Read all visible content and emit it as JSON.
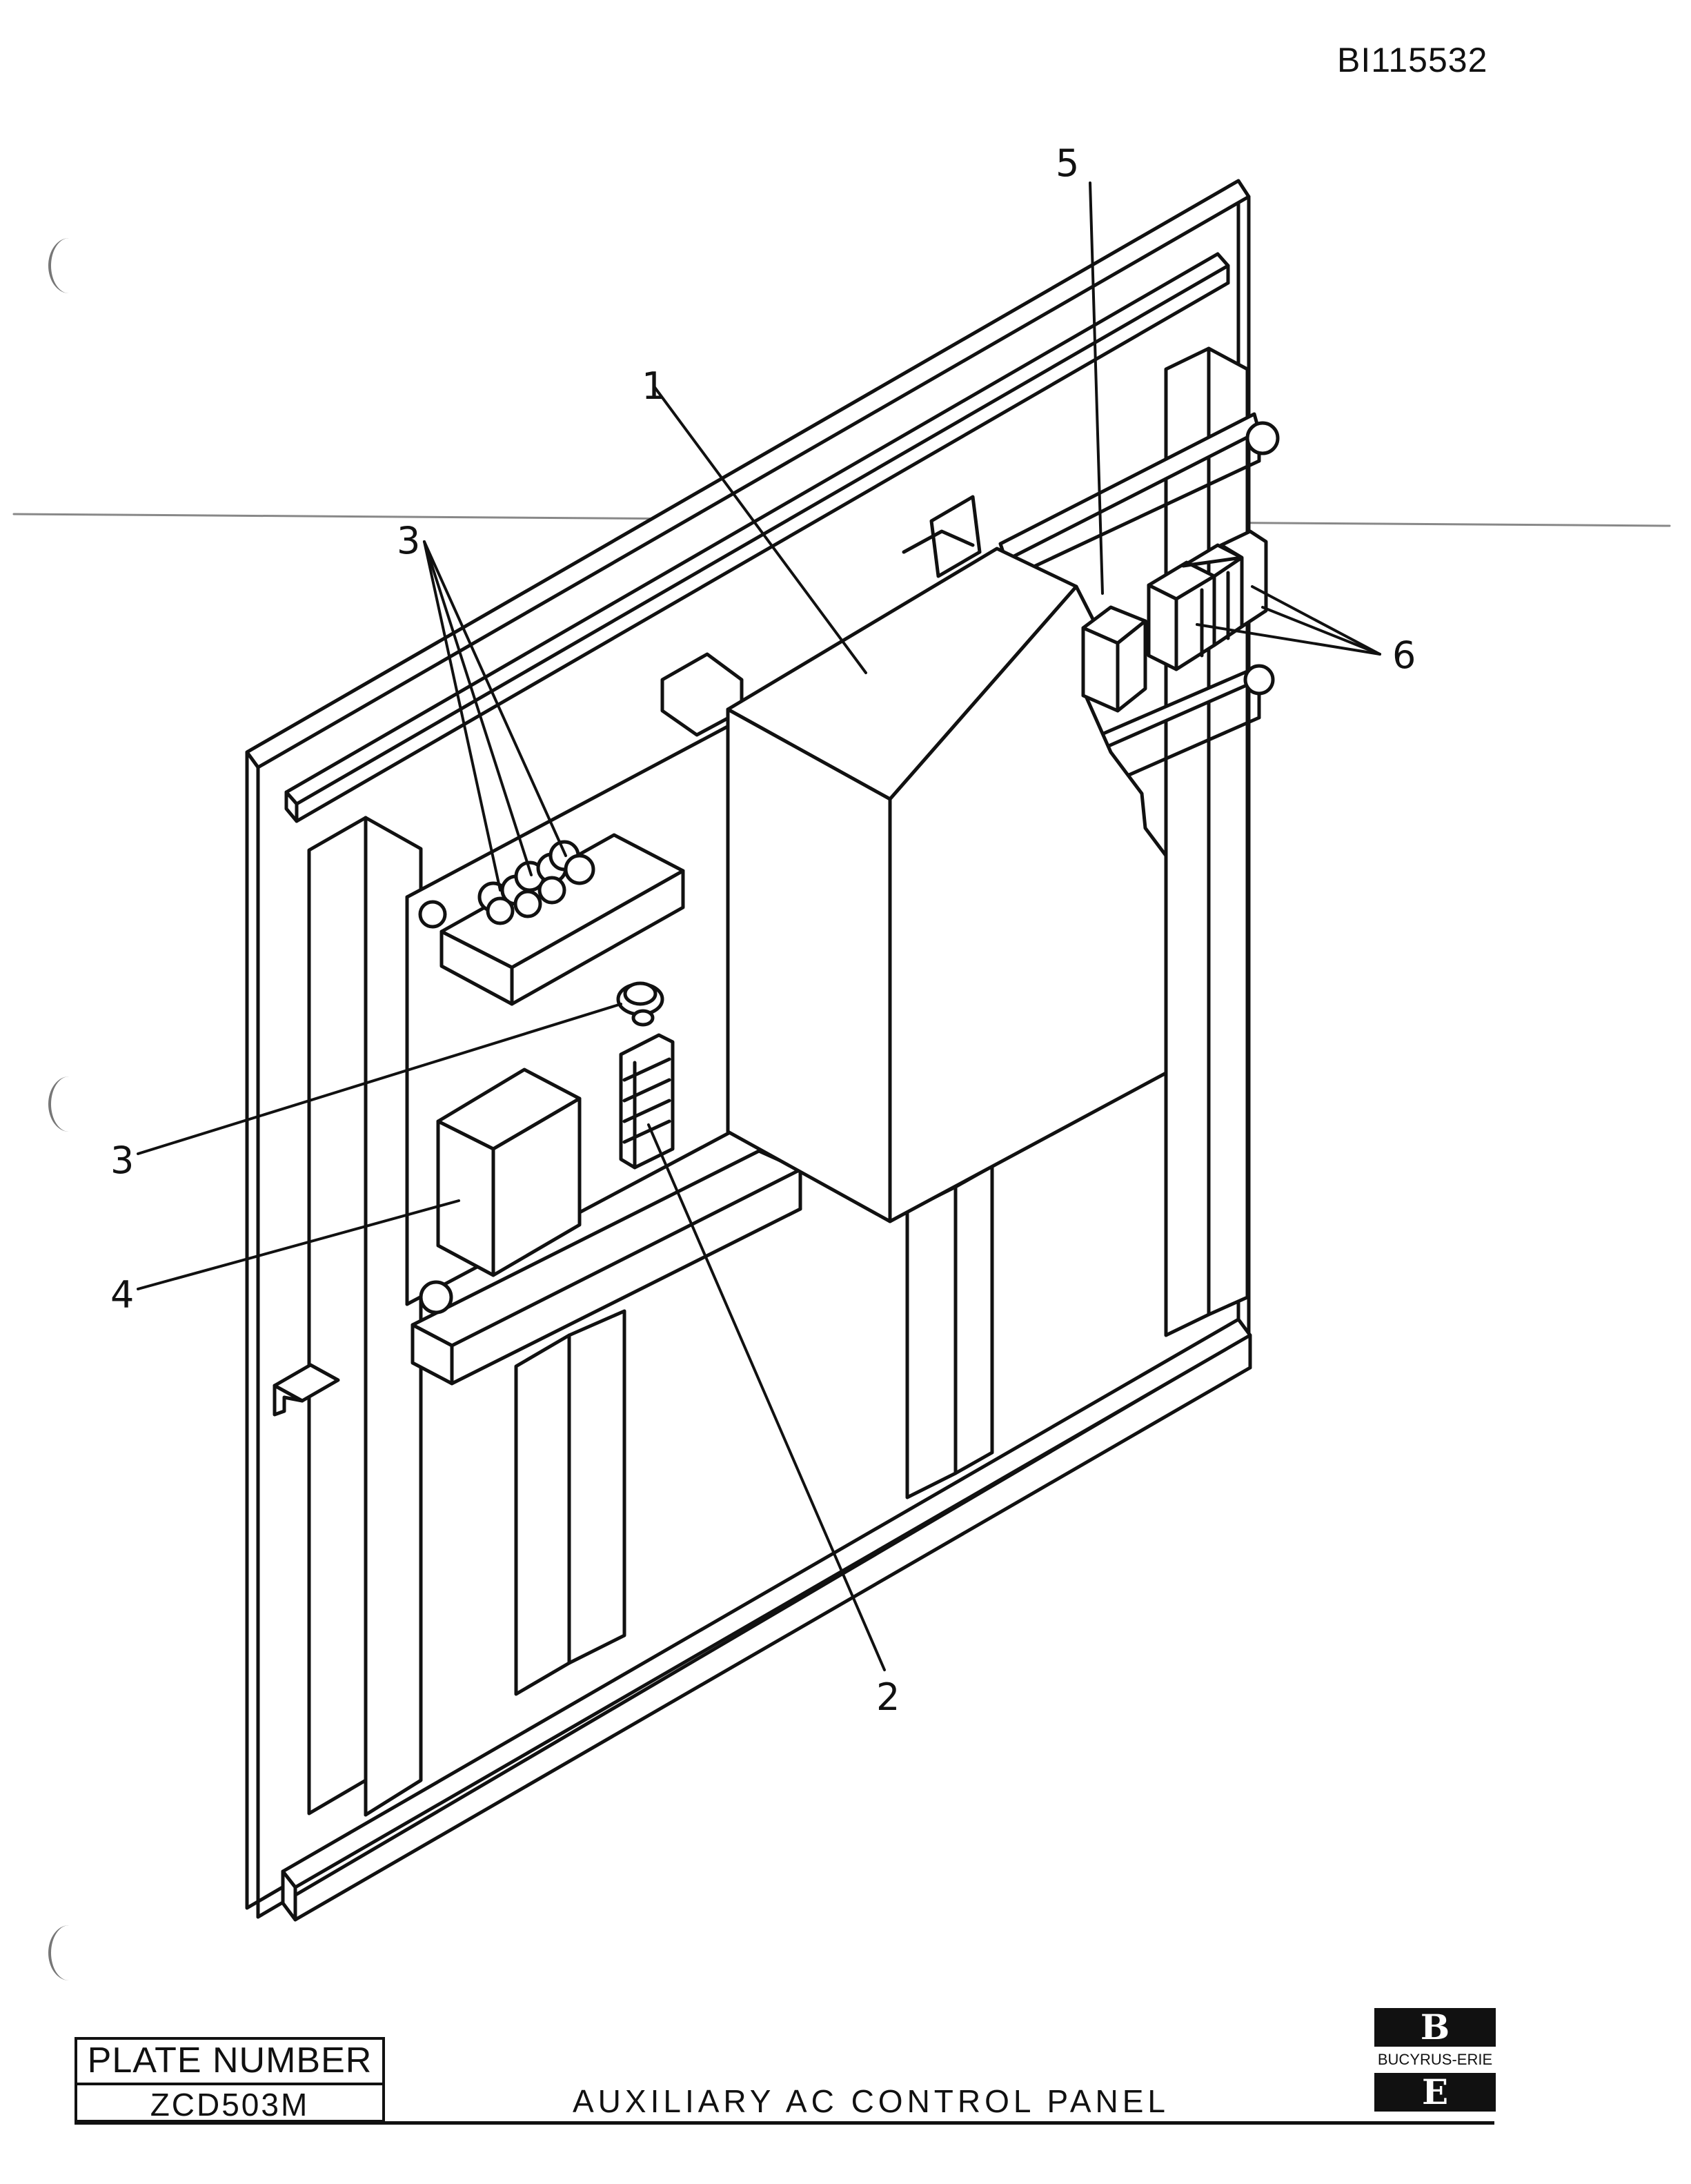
{
  "document": {
    "id": "BI115532"
  },
  "callouts": {
    "item_1": "1",
    "item_2": "2",
    "item_3_upper": "3",
    "item_3_lower": "3",
    "item_4": "4",
    "item_5": "5",
    "item_6": "6"
  },
  "title_block": {
    "plate_label": "PLATE NUMBER",
    "plate_number": "ZCD503M",
    "title": "AUXILIARY AC CONTROL PANEL"
  },
  "logo": {
    "top_letter": "B",
    "name": "BUCYRUS-ERIE",
    "bottom_letter": "E"
  }
}
